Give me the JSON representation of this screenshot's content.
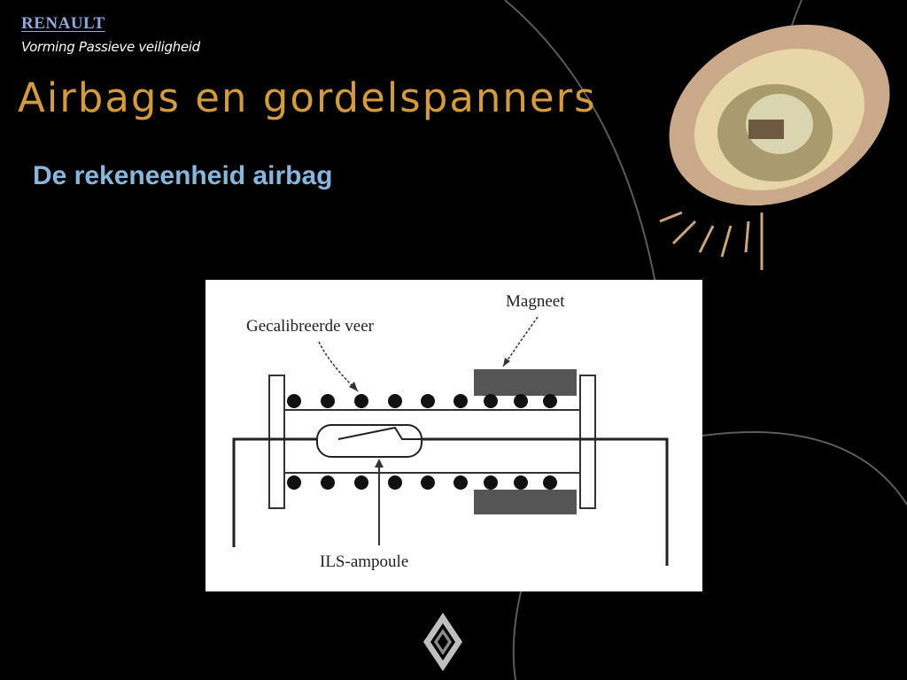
{
  "header": {
    "brand": "RENAULT",
    "course": "Vorming Passieve veiligheid",
    "title": "Airbags en gordelspanners",
    "subtitle": "De rekeneenheid airbag"
  },
  "diagram": {
    "labels": {
      "spring": "Gecalibreerde veer",
      "magnet": "Magneet",
      "ils": "ILS-ampoule"
    }
  },
  "colors": {
    "background": "#000000",
    "title": "#d39a3e",
    "subtitle": "#89b6dc",
    "brand": "#8fa9d8"
  },
  "icons": {
    "logo": "renault-diamond-logo",
    "decor": "airbag-photo-decoration"
  }
}
